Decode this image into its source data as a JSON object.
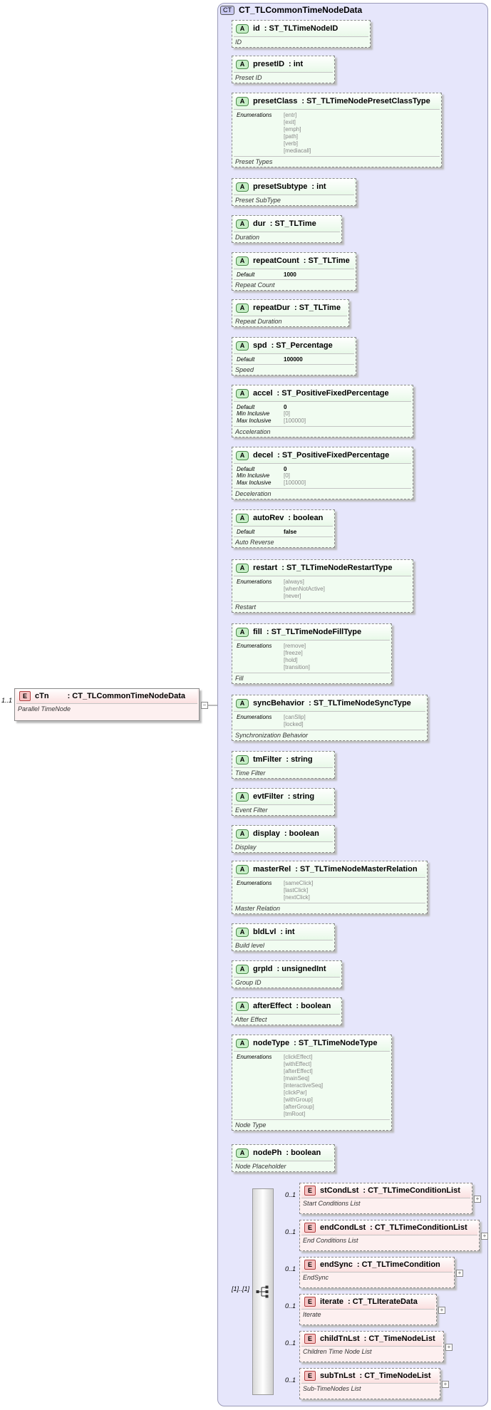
{
  "complex_type": {
    "badge": "CT",
    "name": "CT_TLCommonTimeNodeData"
  },
  "root_element": {
    "cardinality": "1..1",
    "badge": "E",
    "name": "cTn",
    "type": ": CT_TLCommonTimeNodeData",
    "doc": "Parallel TimeNode"
  },
  "attributes": [
    {
      "name": "id",
      "type": ": ST_TLTimeNodeID",
      "doc": "ID"
    },
    {
      "name": "presetID",
      "type": ": int",
      "doc": "Preset ID"
    },
    {
      "name": "presetClass",
      "type": ": ST_TLTimeNodePresetClassType",
      "facet_label": "Enumerations",
      "enums": [
        "[entr]",
        "[exit]",
        "[emph]",
        "[path]",
        "[verb]",
        "[mediacall]"
      ],
      "doc": "Preset Types"
    },
    {
      "name": "presetSubtype",
      "type": ": int",
      "doc": "Preset SubType"
    },
    {
      "name": "dur",
      "type": ": ST_TLTime",
      "doc": "Duration"
    },
    {
      "name": "repeatCount",
      "type": ": ST_TLTime",
      "default_label": "Default",
      "default": "1000",
      "doc": "Repeat Count"
    },
    {
      "name": "repeatDur",
      "type": ": ST_TLTime",
      "doc": "Repeat Duration"
    },
    {
      "name": "spd",
      "type": ": ST_Percentage",
      "default_label": "Default",
      "default": "100000",
      "doc": "Speed"
    },
    {
      "name": "accel",
      "type": ": ST_PositiveFixedPercentage",
      "default_label": "Default",
      "default": "0",
      "min_label": "Min Inclusive",
      "min": "[0]",
      "max_label": "Max Inclusive",
      "max": "[100000]",
      "doc": "Acceleration"
    },
    {
      "name": "decel",
      "type": ": ST_PositiveFixedPercentage",
      "default_label": "Default",
      "default": "0",
      "min_label": "Min Inclusive",
      "min": "[0]",
      "max_label": "Max Inclusive",
      "max": "[100000]",
      "doc": "Deceleration"
    },
    {
      "name": "autoRev",
      "type": ": boolean",
      "default_label": "Default",
      "default": "false",
      "doc": "Auto Reverse"
    },
    {
      "name": "restart",
      "type": ": ST_TLTimeNodeRestartType",
      "facet_label": "Enumerations",
      "enums": [
        "[always]",
        "[whenNotActive]",
        "[never]"
      ],
      "doc": "Restart"
    },
    {
      "name": "fill",
      "type": ": ST_TLTimeNodeFillType",
      "facet_label": "Enumerations",
      "enums": [
        "[remove]",
        "[freeze]",
        "[hold]",
        "[transition]"
      ],
      "doc": "Fill"
    },
    {
      "name": "syncBehavior",
      "type": ": ST_TLTimeNodeSyncType",
      "facet_label": "Enumerations",
      "enums": [
        "[canSlip]",
        "[locked]"
      ],
      "doc": "Synchronization Behavior"
    },
    {
      "name": "tmFilter",
      "type": ": string",
      "doc": "Time Filter"
    },
    {
      "name": "evtFilter",
      "type": ": string",
      "doc": "Event Filter"
    },
    {
      "name": "display",
      "type": ": boolean",
      "doc": "Display"
    },
    {
      "name": "masterRel",
      "type": ": ST_TLTimeNodeMasterRelation",
      "facet_label": "Enumerations",
      "enums": [
        "[sameClick]",
        "[lastClick]",
        "[nextClick]"
      ],
      "doc": "Master Relation"
    },
    {
      "name": "bldLvl",
      "type": ": int",
      "doc": "Build level"
    },
    {
      "name": "grpId",
      "type": ": unsignedInt",
      "doc": "Group ID"
    },
    {
      "name": "afterEffect",
      "type": ": boolean",
      "doc": "After Effect"
    },
    {
      "name": "nodeType",
      "type": ": ST_TLTimeNodeType",
      "facet_label": "Enumerations",
      "enums": [
        "[clickEffect]",
        "[withEffect]",
        "[afterEffect]",
        "[mainSeq]",
        "[interactiveSeq]",
        "[clickPar]",
        "[withGroup]",
        "[afterGroup]",
        "[tmRoot]"
      ],
      "doc": "Node Type"
    },
    {
      "name": "nodePh",
      "type": ": boolean",
      "doc": "Node Placeholder"
    }
  ],
  "sequence": {
    "cardinality": "[1]..[1]"
  },
  "children": [
    {
      "cardinality": "0..1",
      "badge": "E",
      "name": "stCondLst",
      "type": ": CT_TLTimeConditionList",
      "doc": "Start Conditions List"
    },
    {
      "cardinality": "0..1",
      "badge": "E",
      "name": "endCondLst",
      "type": ": CT_TLTimeConditionList",
      "doc": "End Conditions List"
    },
    {
      "cardinality": "0..1",
      "badge": "E",
      "name": "endSync",
      "type": ": CT_TLTimeCondition",
      "doc": "EndSync"
    },
    {
      "cardinality": "0..1",
      "badge": "E",
      "name": "iterate",
      "type": ": CT_TLIterateData",
      "doc": "Iterate"
    },
    {
      "cardinality": "0..1",
      "badge": "E",
      "name": "childTnLst",
      "type": ": CT_TimeNodeList",
      "doc": "Children Time Node List"
    },
    {
      "cardinality": "0..1",
      "badge": "E",
      "name": "subTnLst",
      "type": ": CT_TimeNodeList",
      "doc": "Sub-TimeNodes List"
    }
  ],
  "colors": {
    "complex_type_bg": "#e6e6fb",
    "attribute_bg": "#f1fcf1",
    "element_bg": "#fdf0f0"
  }
}
